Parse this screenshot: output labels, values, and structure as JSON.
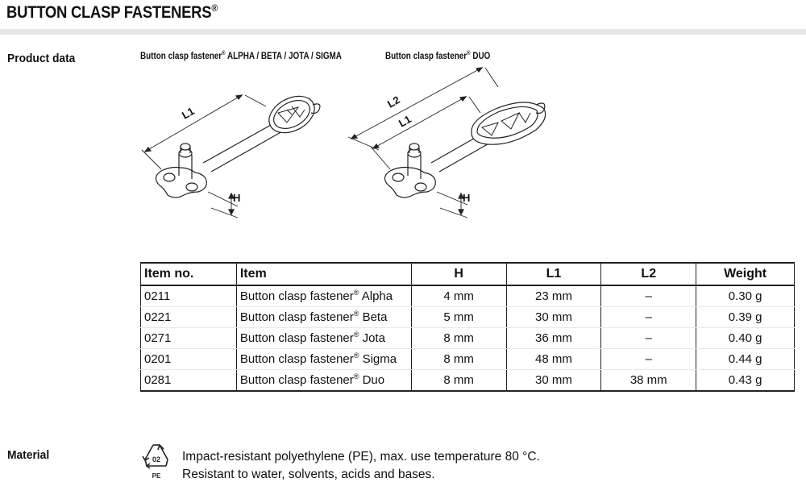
{
  "header": {
    "title": "BUTTON CLASP FASTENERS",
    "title_mark": "®"
  },
  "product_data": {
    "label": "Product data",
    "caption_left": {
      "prefix": "Button clasp fastener",
      "mark": "®",
      "suffix": " ALPHA / BETA / JOTA / SIGMA"
    },
    "caption_right": {
      "prefix": "Button clasp fastener",
      "mark": "®",
      "suffix": " DUO"
    },
    "dim_labels": {
      "l1": "L1",
      "l2": "L2",
      "h": "H"
    }
  },
  "table": {
    "headers": [
      "Item no.",
      "Item",
      "H",
      "L1",
      "L2",
      "Weight"
    ],
    "rows": [
      {
        "item_no": "0211",
        "item_prefix": "Button clasp fastener",
        "mark": "®",
        "item_suffix": " Alpha",
        "h": "4 mm",
        "l1": "23 mm",
        "l2": "–",
        "weight": "0.30 g"
      },
      {
        "item_no": "0221",
        "item_prefix": "Button clasp fastener",
        "mark": "®",
        "item_suffix": " Beta",
        "h": "5 mm",
        "l1": "30 mm",
        "l2": "–",
        "weight": "0.39 g"
      },
      {
        "item_no": "0271",
        "item_prefix": "Button clasp fastener",
        "mark": "®",
        "item_suffix": " Jota",
        "h": "8 mm",
        "l1": "36 mm",
        "l2": "–",
        "weight": "0.40 g"
      },
      {
        "item_no": "0201",
        "item_prefix": "Button clasp fastener",
        "mark": "®",
        "item_suffix": " Sigma",
        "h": "8 mm",
        "l1": "48 mm",
        "l2": "–",
        "weight": "0.44 g"
      },
      {
        "item_no": "0281",
        "item_prefix": "Button clasp fastener",
        "mark": "®",
        "item_suffix": " Duo",
        "h": "8 mm",
        "l1": "30 mm",
        "l2": "38 mm",
        "weight": "0.43 g"
      }
    ]
  },
  "material": {
    "label": "Material",
    "recycle_code": "02",
    "recycle_abbr": "PE",
    "line1": "Impact-resistant polyethylene (PE), max. use temperature 80 °C.",
    "line2": "Resistant to water, solvents, acids and bases."
  }
}
